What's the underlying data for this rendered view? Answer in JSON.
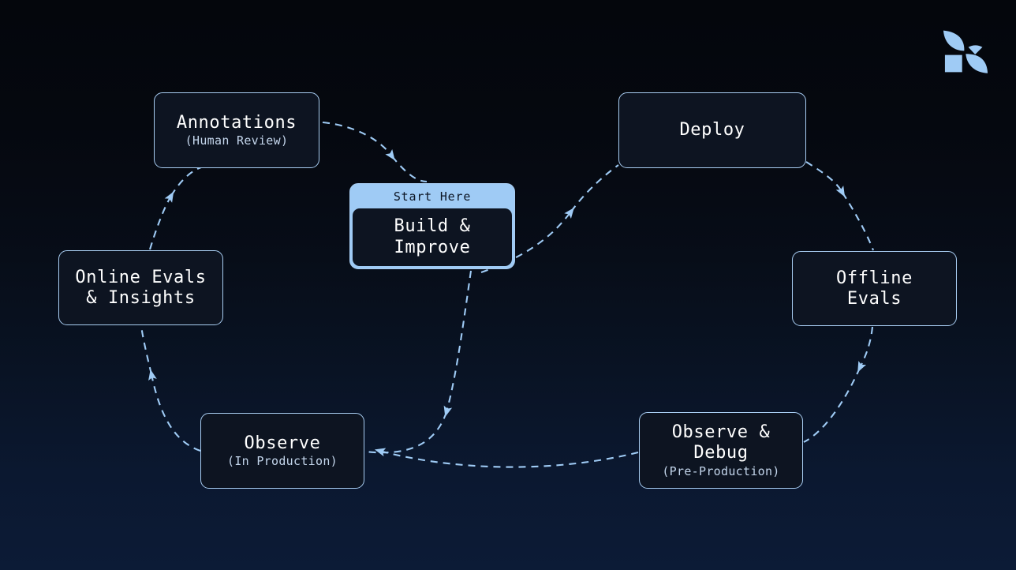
{
  "meta": {
    "diagram_title": "LLM application development lifecycle loop",
    "background_top_color": "#04060c",
    "background_bottom_color": "#0c1b36",
    "accent_color": "#9fcbf5",
    "node_fill_color": "#0d1421",
    "node_border_color": "#a8cdf2",
    "text_color": "#ffffff",
    "subtitle_color": "#c4d6ec"
  },
  "logo": {
    "name": "arize-phoenix-logo",
    "color": "#9fcbf5"
  },
  "start_card": {
    "badge_label": "Start Here",
    "title": "Build &\nImprove"
  },
  "nodes": [
    {
      "id": "annotations",
      "title": "Annotations",
      "subtitle": "(Human Review)"
    },
    {
      "id": "online_evals",
      "title": "Online Evals\n& Insights",
      "subtitle": ""
    },
    {
      "id": "observe_prod",
      "title": "Observe",
      "subtitle": "(In Production)"
    },
    {
      "id": "deploy",
      "title": "Deploy",
      "subtitle": ""
    },
    {
      "id": "offline_evals",
      "title": "Offline\nEvals",
      "subtitle": ""
    },
    {
      "id": "observe_debug",
      "title": "Observe &\nDebug",
      "subtitle": "(Pre-Production)"
    }
  ],
  "edges": [
    {
      "from": "annotations",
      "to": "build_improve",
      "style": "dashed-curve"
    },
    {
      "from": "build_improve",
      "to": "deploy",
      "style": "dashed-curve"
    },
    {
      "from": "deploy",
      "to": "offline_evals",
      "style": "dashed-curve"
    },
    {
      "from": "offline_evals",
      "to": "observe_debug",
      "style": "dashed-curve"
    },
    {
      "from": "observe_debug",
      "to": "observe_prod",
      "style": "dashed-curve"
    },
    {
      "from": "build_improve",
      "to": "observe_prod",
      "style": "dashed-curve"
    },
    {
      "from": "observe_prod",
      "to": "online_evals",
      "style": "dashed-curve"
    },
    {
      "from": "online_evals",
      "to": "annotations",
      "style": "dashed-curve"
    }
  ]
}
